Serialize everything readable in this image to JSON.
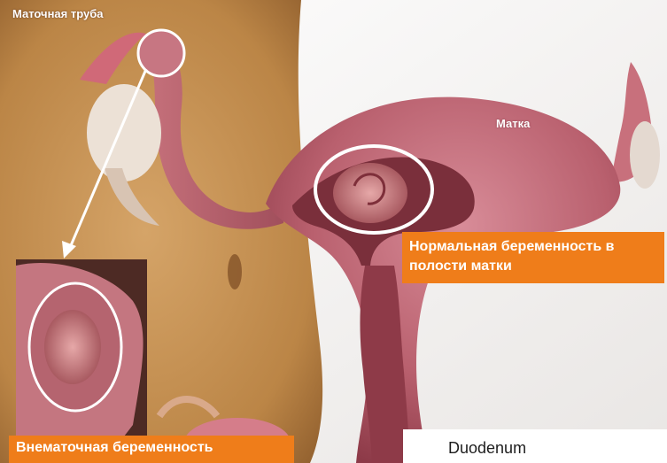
{
  "labels": {
    "fallopian_tube": "Маточная труба",
    "uterus": "Матка",
    "normal_pregnancy": "Нормальная беременность в полости матки",
    "ectopic_pregnancy": "Внематочная беременность",
    "duodenum": "Duodenum"
  },
  "colors": {
    "label_box": "#ef7d1a",
    "skin": "#c89458",
    "uterus_tissue": "#b86372",
    "highlight_circle": "#ffffff"
  }
}
